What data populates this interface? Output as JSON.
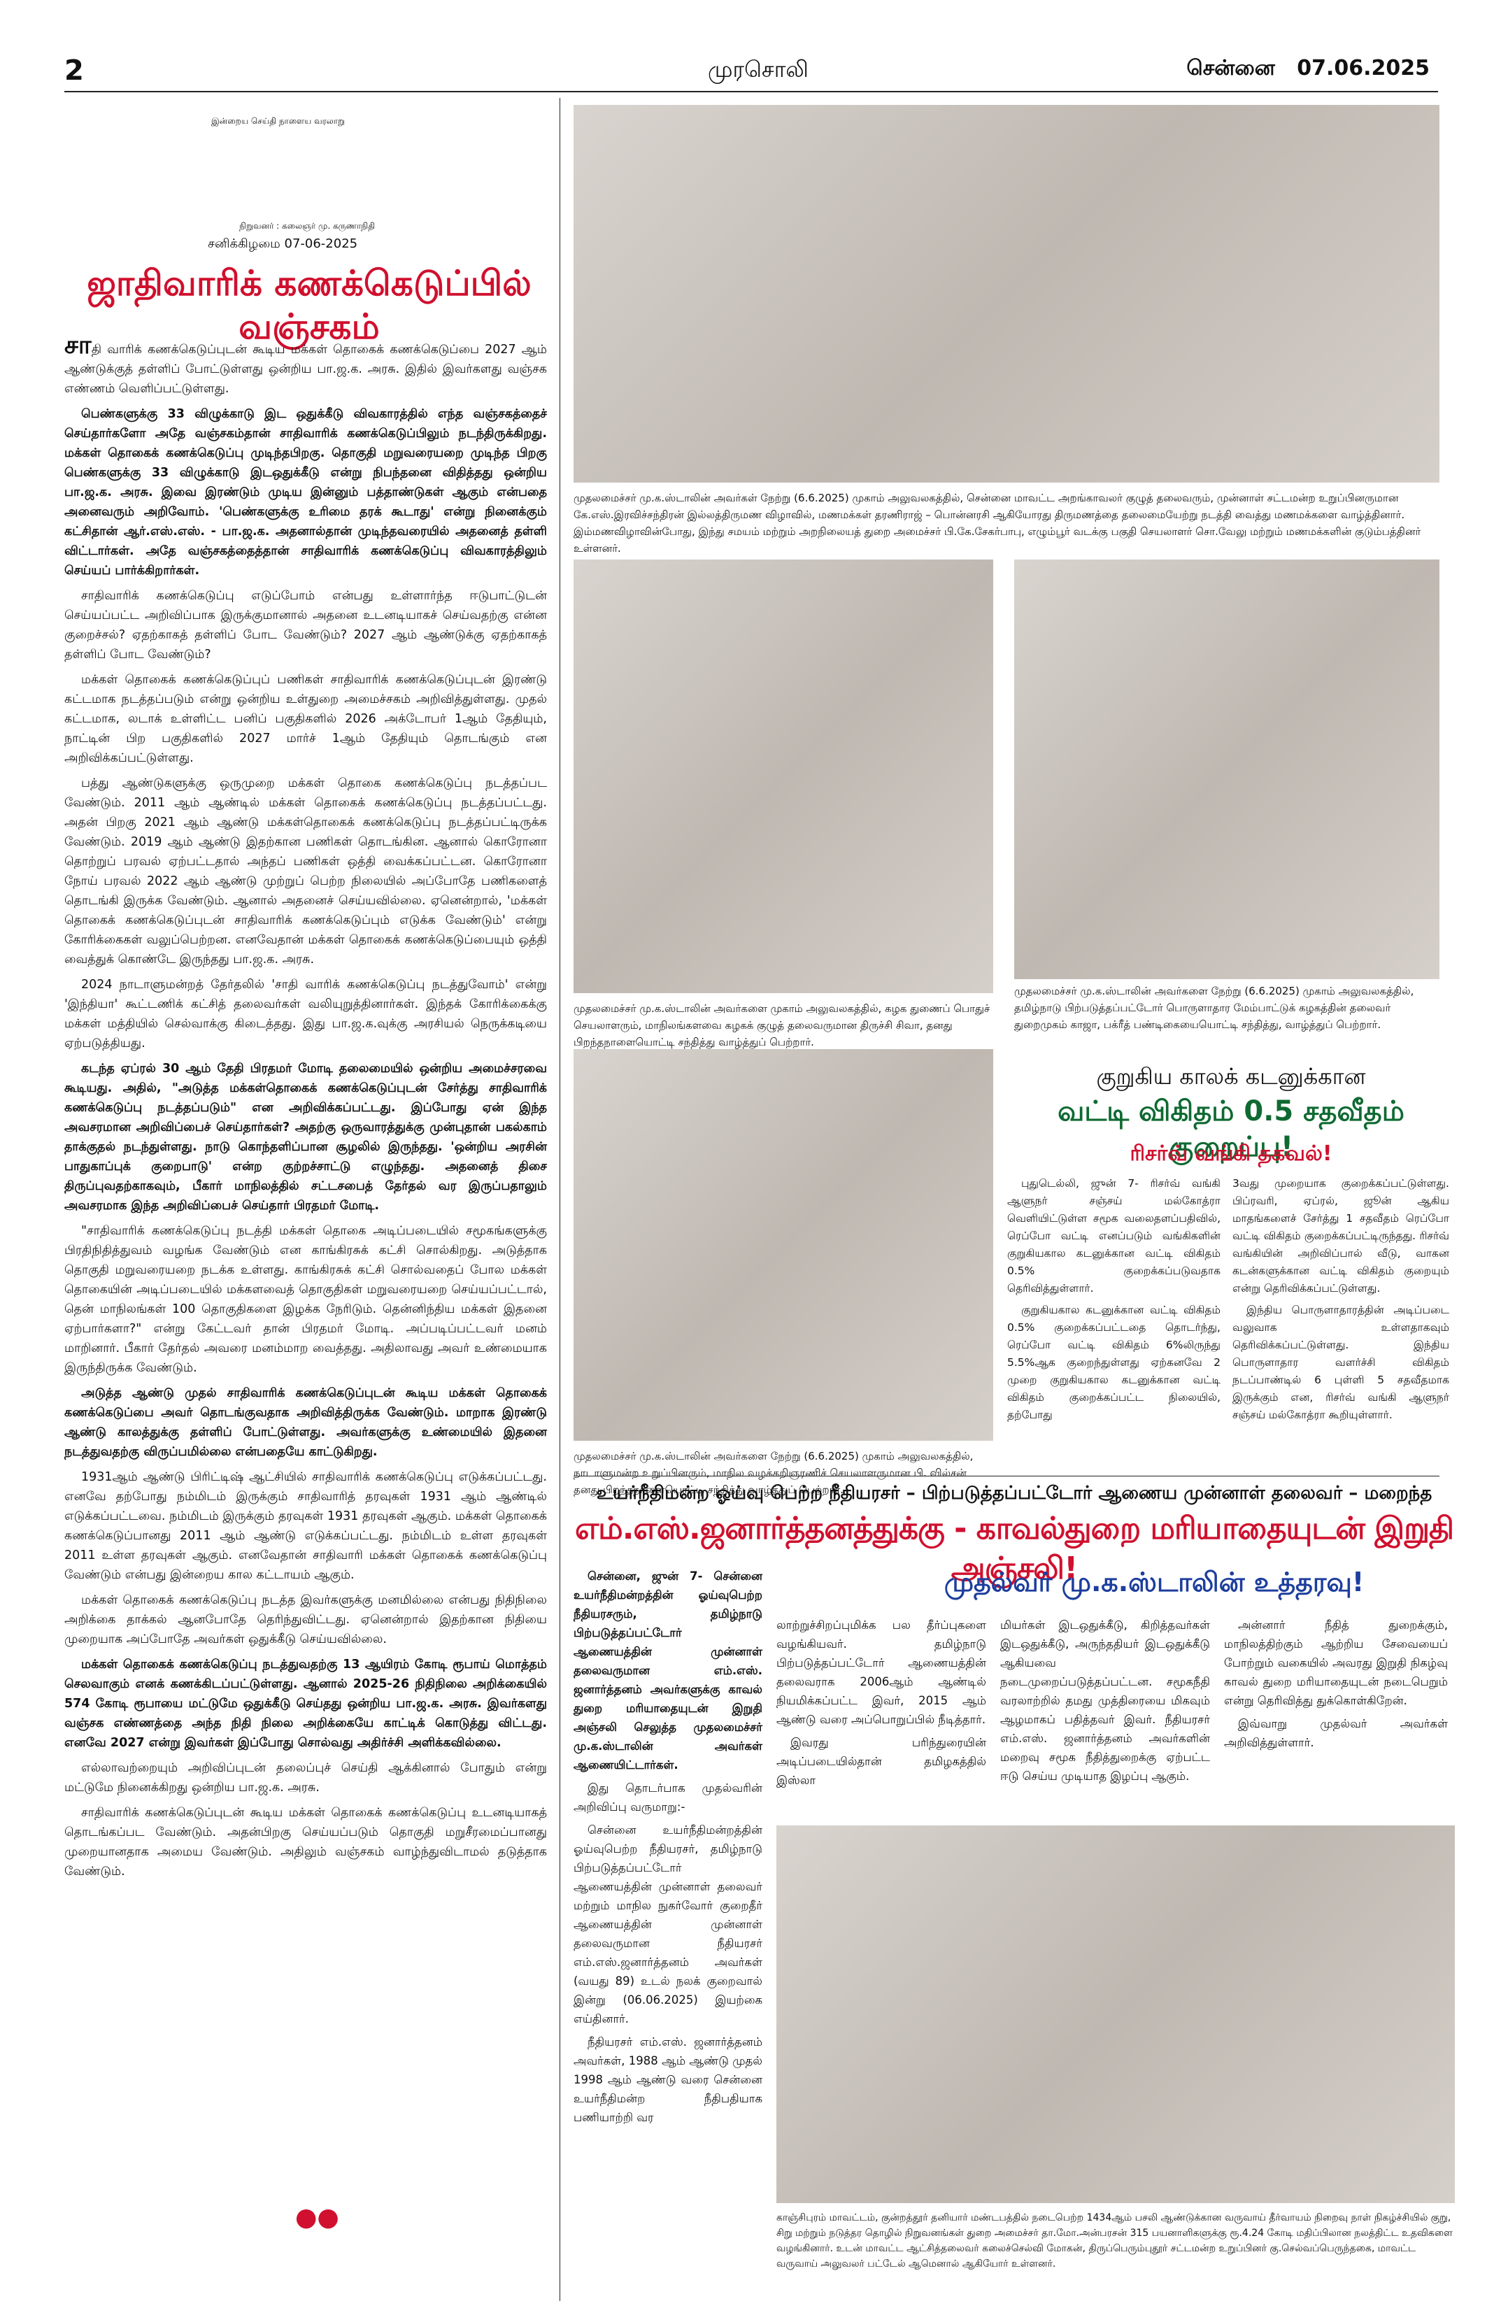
{
  "masthead": {
    "page_number": "2",
    "paper_name": "முரசொலி",
    "date_line": "சென்னை   07.06.2025"
  },
  "editorial": {
    "section_tag": "இன்றைய செய்தி நாளைய வரலாறு",
    "founder_line": "நிறுவனர் : கலைஞர் மு. கருணாநிதி",
    "dateline": "சனிக்கிழமை 07-06-2025",
    "headline": "ஜாதிவாரிக் கணக்கெடுப்பில் வஞ்சகம்",
    "drop_cap": "சா",
    "paragraphs": [
      {
        "bold": false,
        "text": "தி வாரிக் கணக்கெடுப்புடன் கூடிய மக்கள் தொகைக் கணக்கெடுப்பை 2027 ஆம் ஆண்டுக்குத் தள்ளிப் போட்டுள்ளது ஒன்றிய பா.ஜ.க. அரசு. இதில் இவர்களது வஞ்சக எண்ணம் வெளிப்பட்டுள்ளது."
      },
      {
        "bold": true,
        "text": "பெண்களுக்கு 33 விழுக்காடு இட ஒதுக்கீடு விவகாரத்தில் எந்த வஞ்சகத்தைச் செய்தார்களோ அதே வஞ்சகம்தான் சாதிவாரிக் கணக்கெடுப்பிலும் நடந்திருக்கிறது. மக்கள் தொகைக் கணக்கெடுப்பு முடிந்தபிறகு. தொகுதி மறுவரையறை முடிந்த பிறகு பெண்களுக்கு 33 விழுக்காடு இடஒதுக்கீடு என்று நிபந்தனை விதித்தது ஒன்றிய பா.ஜ.க. அரசு. இவை இரண்டும் முடிய இன்னும் பத்தாண்டுகள் ஆகும் என்பதை அனைவரும் அறிவோம். 'பெண்களுக்கு உரிமை தரக் கூடாது' என்று நினைக்கும் கட்சிதான் ஆர்.எஸ்.எஸ். - பா.ஜ.க. அதனால்தான் முடிந்தவரையில் அதனைத் தள்ளி விட்டார்கள். அதே வஞ்சகத்தைத்தான் சாதிவாரிக் கணக்கெடுப்பு விவகாரத்திலும் செய்யப் பார்க்கிறார்கள்."
      },
      {
        "bold": false,
        "text": "சாதிவாரிக் கணக்கெடுப்பு எடுப்போம் என்பது உள்ளார்ந்த ஈடுபாட்டுடன் செய்யப்பட்ட அறிவிப்பாக இருக்குமானால் அதனை உடனடியாகச் செய்வதற்கு என்ன குறைச்சல்? ஏதற்காகத் தள்ளிப் போட வேண்டும்? 2027 ஆம் ஆண்டுக்கு ஏதற்காகத் தள்ளிப் போட வேண்டும்?"
      },
      {
        "bold": false,
        "text": "மக்கள் தொகைக் கணக்கெடுப்புப் பணிகள் சாதிவாரிக் கணக்கெடுப்புடன் இரண்டு கட்டமாக நடத்தப்படும் என்று ஒன்றிய உள்துறை அமைச்சகம் அறிவித்துள்ளது. முதல் கட்டமாக, லடாக் உள்ளிட்ட பனிப் பகுதிகளில் 2026 அக்டோபர் 1ஆம் தேதியும், நாட்டின் பிற பகுதிகளில் 2027 மார்ச் 1ஆம் தேதியும் தொடங்கும் என அறிவிக்கப்பட்டுள்ளது."
      },
      {
        "bold": false,
        "text": "பத்து ஆண்டுகளுக்கு ஒருமுறை மக்கள் தொகை கணக்கெடுப்பு நடத்தப்பட வேண்டும். 2011 ஆம் ஆண்டில் மக்கள் தொகைக் கணக்கெடுப்பு நடத்தப்பட்டது. அதன் பிறகு 2021 ஆம் ஆண்டு மக்கள்தொகைக் கணக்கெடுப்பு நடத்தப்பட்டிருக்க வேண்டும். 2019 ஆம் ஆண்டு இதற்கான பணிகள் தொடங்கின. ஆனால் கொரோனா தொற்றுப் பரவல் ஏற்பட்டதால் அந்தப் பணிகள் ஒத்தி வைக்கப்பட்டன. கொரோனா நோய் பரவல் 2022 ஆம் ஆண்டு முற்றுப் பெற்ற நிலையில் அப்போதே பணிகளைத் தொடங்கி இருக்க வேண்டும். ஆனால் அதனைச் செய்யவில்லை. ஏனென்றால், 'மக்கள் தொகைக் கணக்கெடுப்புடன் சாதிவாரிக் கணக்கெடுப்பும் எடுக்க வேண்டும்' என்று கோரிக்கைகள் வலுப்பெற்றன. எனவேதான் மக்கள் தொகைக் கணக்கெடுப்பையும் ஒத்தி வைத்துக் கொண்டே இருந்தது பா.ஜ.க. அரசு."
      },
      {
        "bold": false,
        "text": "2024 நாடாளுமன்றத் தேர்தலில் 'சாதி வாரிக் கணக்கெடுப்பு நடத்துவோம்' என்று 'இந்தியா' கூட்டணிக் கட்சித் தலைவர்கள் வலியுறுத்தினார்கள். இந்தக் கோரிக்கைக்கு மக்கள் மத்தியில் செல்வாக்கு கிடைத்தது. இது பா.ஜ.க.வுக்கு அரசியல் நெருக்கடியை ஏற்படுத்தியது."
      },
      {
        "bold": true,
        "text": "கடந்த ஏப்ரல் 30 ஆம் தேதி பிரதமர் மோடி தலைமையில் ஒன்றிய அமைச்சரவை கூடியது. அதில், \"அடுத்த மக்கள்தொகைக் கணக்கெடுப்புடன் சேர்த்து சாதிவாரிக் கணக்கெடுப்பு நடத்தப்படும்\" என அறிவிக்கப்பட்டது. இப்போது ஏன் இந்த அவசரமான அறிவிப்பைச் செய்தார்கள்? அதற்கு ஒருவாரத்துக்கு முன்புதான் பகல்காம் தாக்குதல் நடந்துள்ளது. நாடு கொந்தளிப்பான சூழலில் இருந்தது. 'ஒன்றிய அரசின் பாதுகாப்புக் குறைபாடு' என்ற குற்றச்சாட்டு எழுந்தது. அதனைத் திசை திருப்புவதற்காகவும், பீகார் மாநிலத்தில் சட்டசபைத் தேர்தல் வர இருப்பதாலும் அவசரமாக இந்த அறிவிப்பைச் செய்தார் பிரதமர் மோடி."
      },
      {
        "bold": false,
        "text": "\"சாதிவாரிக் கணக்கெடுப்பு நடத்தி மக்கள் தொகை அடிப்படையில் சமூகங்களுக்கு பிரதிநிதித்துவம் வழங்க வேண்டும் என காங்கிரசுக் கட்சி சொல்கிறது. அடுத்தாக தொகுதி மறுவரையறை நடக்க உள்ளது. காங்கிரசுக் கட்சி சொல்வதைப் போல மக்கள் தொகையின் அடிப்படையில் மக்களவைத் தொகுதிகள் மறுவரையறை செய்யப்பட்டால், தென் மாநிலங்கள் 100 தொகுதிகளை இழக்க நேரிடும். தென்னிந்திய மக்கள் இதனை ஏற்பார்களா?\" என்று கேட்டவர் தான் பிரதமர் மோடி. அப்படிப்பட்டவர் மனம் மாறினார். பீகார் தேர்தல் அவரை மனம்மாற வைத்தது. அதிலாவது அவர் உண்மையாக இருந்திருக்க வேண்டும்."
      },
      {
        "bold": true,
        "text": "அடுத்த ஆண்டு முதல் சாதிவாரிக் கணக்கெடுப்புடன் கூடிய மக்கள் தொகைக் கணக்கெடுப்பை அவர் தொடங்குவதாக அறிவித்திருக்க வேண்டும். மாறாக இரண்டு ஆண்டு காலத்துக்கு தள்ளிப் போட்டுள்ளது. அவர்களுக்கு உண்மையில் இதனை நடத்துவதற்கு விருப்பமில்லை என்பதையே காட்டுகிறது."
      },
      {
        "bold": false,
        "text": "1931ஆம் ஆண்டு பிரிட்டிஷ் ஆட்சியில் சாதிவாரிக் கணக்கெடுப்பு எடுக்கப்பட்டது. எனவே தற்போது நம்மிடம் இருக்கும் சாதிவாரித் தரவுகள் 1931 ஆம் ஆண்டில் எடுக்கப்பட்டவை. நம்மிடம் இருக்கும் தரவுகள் 1931 தரவுகள் ஆகும். மக்கள் தொகைக் கணக்கெடுப்பானது 2011 ஆம் ஆண்டு எடுக்கப்பட்டது. நம்மிடம் உள்ள தரவுகள் 2011 உள்ள தரவுகள் ஆகும். எனவேதான் சாதிவாரி மக்கள் தொகைக் கணக்கெடுப்பு வேண்டும் என்பது இன்றைய கால கட்டாயம் ஆகும்."
      },
      {
        "bold": false,
        "text": "மக்கள் தொகைக் கணக்கெடுப்பு நடத்த இவர்களுக்கு மனமில்லை என்பது நிதிநிலை அறிக்கை தாக்கல் ஆனபோதே தெரிந்துவிட்டது. ஏனென்றால் இதற்கான நிதியை முறையாக அப்போதே அவர்கள் ஒதுக்கீடு செய்யவில்லை."
      },
      {
        "bold": true,
        "text": "மக்கள் தொகைக் கணக்கெடுப்பு நடத்துவதற்கு 13 ஆயிரம் கோடி ரூபாய் மொத்தம் செலவாகும் எனக் கணக்கிடப்பட்டுள்ளது. ஆனால் 2025-26 நிதிநிலை அறிக்கையில் 574 கோடி ரூபாயை மட்டுமே ஒதுக்கீடு செய்தது ஒன்றிய பா.ஜ.க. அரசு. இவர்களது வஞ்சக எண்ணத்தை அந்த நிதி நிலை அறிக்கையே காட்டிக் கொடுத்து விட்டது. எனவே 2027 என்று இவர்கள் இப்போது சொல்வது அதிர்ச்சி அளிக்கவில்லை."
      },
      {
        "bold": false,
        "text": "எல்லாவற்றையும் அறிவிப்புடன் தலைப்புச் செய்தி ஆக்கினால் போதும் என்று மட்டுமே நினைக்கிறது ஒன்றிய பா.ஜ.க. அரசு."
      },
      {
        "bold": false,
        "text": "சாதிவாரிக் கணக்கெடுப்புடன் கூடிய மக்கள் தொகைக் கணக்கெடுப்பு உடனடியாகத் தொடங்கப்பட வேண்டும். அதன்பிறகு செய்யப்படும் தொகுதி மறுசீரமைப்பானது முறையானதாக அமைய வேண்டும். அதிலும் வஞ்சகம் வாழ்ந்துவிடாமல் தடுத்தாக வேண்டும்."
      }
    ],
    "end_mark": "●●"
  },
  "photo1": {
    "caption": "முதலமைச்சர் மு.க.ஸ்டாலின் அவர்கள் நேற்று (6.6.2025) முகாம் அலுவலகத்தில், சென்னை மாவட்ட அறங்காவலர் குழுத் தலைவரும், முன்னாள் சட்டமன்ற உறுப்பினருமான கே.எஸ்.இரவிச்சந்திரன் இல்லத்திருமண விழாவில், மணமக்கள் தரணிராஜ் – பொன்னரசி ஆகியோரது திருமணத்தை தலைமையேற்று நடத்தி வைத்து மணமக்களை வாழ்த்தினார். இம்மணவிழாவின்போது, இந்து சமயம் மற்றும் அறநிலையத் துறை அமைச்சர் பி.கே.சேகர்பாபு, எழும்பூர் வடக்கு பகுதி செயலாளர் சொ.வேலு மற்றும் மணமக்களின் குடும்பத்தினர் உள்ளனர்."
  },
  "photo2": {
    "caption": "முதலமைச்சர் மு.க.ஸ்டாலின் அவர்களை முகாம் அலுவலகத்தில், கழக துணைப் பொதுச் செயலாளரும், மாநிலங்களவை கழகக் குழுத் தலைவருமான திருச்சி சிவா, தனது பிறந்தநாளையொட்டி சந்தித்து வாழ்த்துப் பெற்றார்."
  },
  "photo3": {
    "caption": "முதலமைச்சர் மு.க.ஸ்டாலின் அவர்களை நேற்று (6.6.2025) முகாம் அலுவலகத்தில், தமிழ்நாடு பிற்படுத்தப்பட்டோர் பொருளாதார மேம்பாட்டுக் கழகத்தின் தலைவர் துறைமுகம் காஜா, பக்ரீத் பண்டிகையையொட்டி சந்தித்து, வாழ்த்துப் பெற்றார்."
  },
  "photo4": {
    "caption": "முதலமைச்சர் மு.க.ஸ்டாலின் அவர்களை நேற்று (6.6.2025) முகாம் அலுவலகத்தில், நாடாளுமன்ற உறுப்பினரும், மாநில வழக்கறிஞரணிச் செயலாளருமான பி. வில்சன் தனது பிறந்தநாளையொட்டி சந்தித்து வாழ்த்துப் பெற்றார்."
  },
  "rbi": {
    "kicker": "குறுகிய காலக் கடனுக்கான",
    "headline": "வட்டி விகிதம் 0.5 சதவீதம் குறைப்பு!",
    "subhead": "ரிசர்வ் வங்கி தகவல்!",
    "col1": [
      "புதுடெல்லி, ஜுன் 7- ரிசர்வ் வங்கி ஆளுநர் சஞ்சய் மல்கோத்ரா வெளியிட்டுள்ள சமூக வலைதளப்பதிவில், ரெப்போ வட்டி எனப்படும் வங்கிகளின் குறுகியகால கடனுக்கான வட்டி விகிதம் 0.5% குறைக்கப்படுவதாக தெரிவித்துள்ளார்.",
      "குறுகியகால கடனுக்கான வட்டி விகிதம் 0.5% குறைக்கப்பட்டதை தொடர்ந்து, ரெப்போ வட்டி விகிதம் 6%லிருந்து 5.5%ஆக குறைந்துள்ளது ஏற்கனவே 2 முறை குறுகியகால கடனுக்கான வட்டி விகிதம் குறைக்கப்பட்ட நிலையில், தற்போது"
    ],
    "col2": [
      "3வது முறையாக குறைக்கப்பட்டுள்ளது. பிப்ரவரி, ஏப்ரல், ஜூன் ஆகிய மாதங்களைச் சேர்த்து 1 சதவீதம் ரெப்போ வட்டி விகிதம் குறைக்கப்பட்டிருந்தது. ரிசர்வ் வங்கியின் அறிவிப்பால் வீடு, வாகன கடன்களுக்கான வட்டி விகிதம் குறையும் என்று தெரிவிக்கப்பட்டுள்ளது.",
      "இந்திய பொருளாதாரத்தின் அடிப்படை வலுவாக உள்ளதாகவும் தெரிவிக்கப்பட்டுள்ளது. இந்திய பொருளாதார வளர்ச்சி விகிதம் நடப்பாண்டில் 6 புள்ளி 5 சதவீதமாக இருக்கும் என, ரிசர்வ் வங்கி ஆளுநர் சஞ்சய் மல்கோத்ரா கூறியுள்ளார்."
    ]
  },
  "janarthanam": {
    "kicker": "உயர்நீதிமன்ற ஓய்வு பெற்ற நீதியரசர் – பிற்படுத்தப்பட்டோர் ஆணைய முன்னாள் தலைவர் – மறைந்த",
    "headline": "எம்.எஸ்.ஜனார்த்தனத்துக்கு - காவல்துறை மரியாதையுடன் இறுதி அஞ்சலி!",
    "subhead": "முதல்வர் மு.க.ஸ்டாலின் உத்தரவு!",
    "col1": [
      "சென்னை, ஜுன் 7- சென்னை உயர்நீதிமன்றத்தின் ஓய்வுபெற்ற நீதியரசரும், தமிழ்நாடு பிற்படுத்தப்பட்டோர் ஆணையத்தின் முன்னாள் தலைவருமான எம்.எஸ். ஜனார்த்தனம் அவர்களுக்கு காவல் துறை மரியாதையுடன் இறுதி அஞ்சலி செலுத்த முதலமைச்சர் மு.க.ஸ்டாலின் அவர்கள் ஆணையிட்டார்கள்.",
      "இது தொடர்பாக முதல்வரின் அறிவிப்பு வருமாறு:-",
      "சென்னை உயர்நீதிமன்றத்தின் ஓய்வுபெற்ற நீதியரசர், தமிழ்நாடு பிற்படுத்தப்பட்டோர் ஆணையத்தின் முன்னாள் தலைவர் மற்றும் மாநில நுகர்வோர் குறைதீர் ஆணையத்தின் முன்னாள் தலைவருமான நீதியரசர் எம்.எஸ்.ஜனார்த்தனம் அவர்கள் (வயது 89) உடல் நலக் குறைவால் இன்று (06.06.2025) இயற்கை எய்தினார்.",
      "நீதியரசர் எம்.எஸ். ஜனார்த்தனம் அவர்கள், 1988 ஆம் ஆண்டு முதல் 1998 ஆம் ஆண்டு வரை சென்னை உயர்நீதிமன்ற நீதிபதியாக பணியாற்றி வர"
    ],
    "col2": [
      "லாற்றுச்சிறப்புமிக்க பல தீர்ப்புகளை வழங்கியவர். தமிழ்நாடு பிற்படுத்தப்பட்டோர் ஆணையத்தின் தலைவராக 2006ஆம் ஆண்டில் நியமிக்கப்பட்ட இவர், 2015 ஆம் ஆண்டு வரை அப்பொறுப்பில் நீடித்தார்.",
      "இவரது பரிந்துரையின் அடிப்படையில்தான் தமிழகத்தில் இஸ்லா"
    ],
    "col3": [
      "மியர்கள் இடஒதுக்கீடு, கிறித்தவர்கள் இடஒதுக்கீடு, அருந்ததியர் இடஒதுக்கீடு ஆகியவை நடைமுறைப்படுத்தப்பட்டன. சமூகநீதி வரலாற்றில் தமது முத்திரையை மிகவும் ஆழமாகப் பதித்தவர் இவர். நீதியரசர் எம்.எஸ். ஜனார்த்தனம் அவர்களின் மறைவு சமூக நீதித்துறைக்கு ஏற்பட்ட ஈடு செய்ய முடியாத இழப்பு ஆகும்."
    ],
    "col4": [
      "அன்னார் நீதித் துறைக்கும், மாநிலத்திற்கும் ஆற்றிய சேவையைப் போற்றும் வகையில் அவரது இறுதி நிகழ்வு காவல் துறை மரியாதையுடன் நடைபெறும் என்று தெரிவித்து துக்கொள்கிறேன்.",
      "இவ்வாறு முதல்வர் அவர்கள் அறிவித்துள்ளார்."
    ]
  },
  "photo5": {
    "caption": "காஞ்சிபுரம் மாவட்டம், குன்றத்தூர் தனியார் மண்டபத்தில் நடைபெற்ற 1434ஆம் பசலி ஆண்டுக்கான வருவாய் தீர்வாயம் நிறைவு நாள் நிகழ்ச்சியில் குறு, சிறு மற்றும் நடுத்தர தொழில் நிறுவனங்கள் துறை அமைச்சர் தா.மோ.அன்பரசன் 315 பயனாளிகளுக்கு ரூ.4.24 கோடி மதிப்பிலான நலத்திட்ட உதவிகளை வழங்கினார். உடன் மாவட்ட ஆட்சித்தலைவர் கலைச்செல்வி மோகன், திருப்பெரும்புதூர் சட்டமன்ற உறுப்பினர் கு.செல்வப்பெருந்தகை, மாவட்ட வருவாய் அலுவலர் பட்டேல் ஆமெனால் ஆகியோர் உள்ளனர்."
  }
}
